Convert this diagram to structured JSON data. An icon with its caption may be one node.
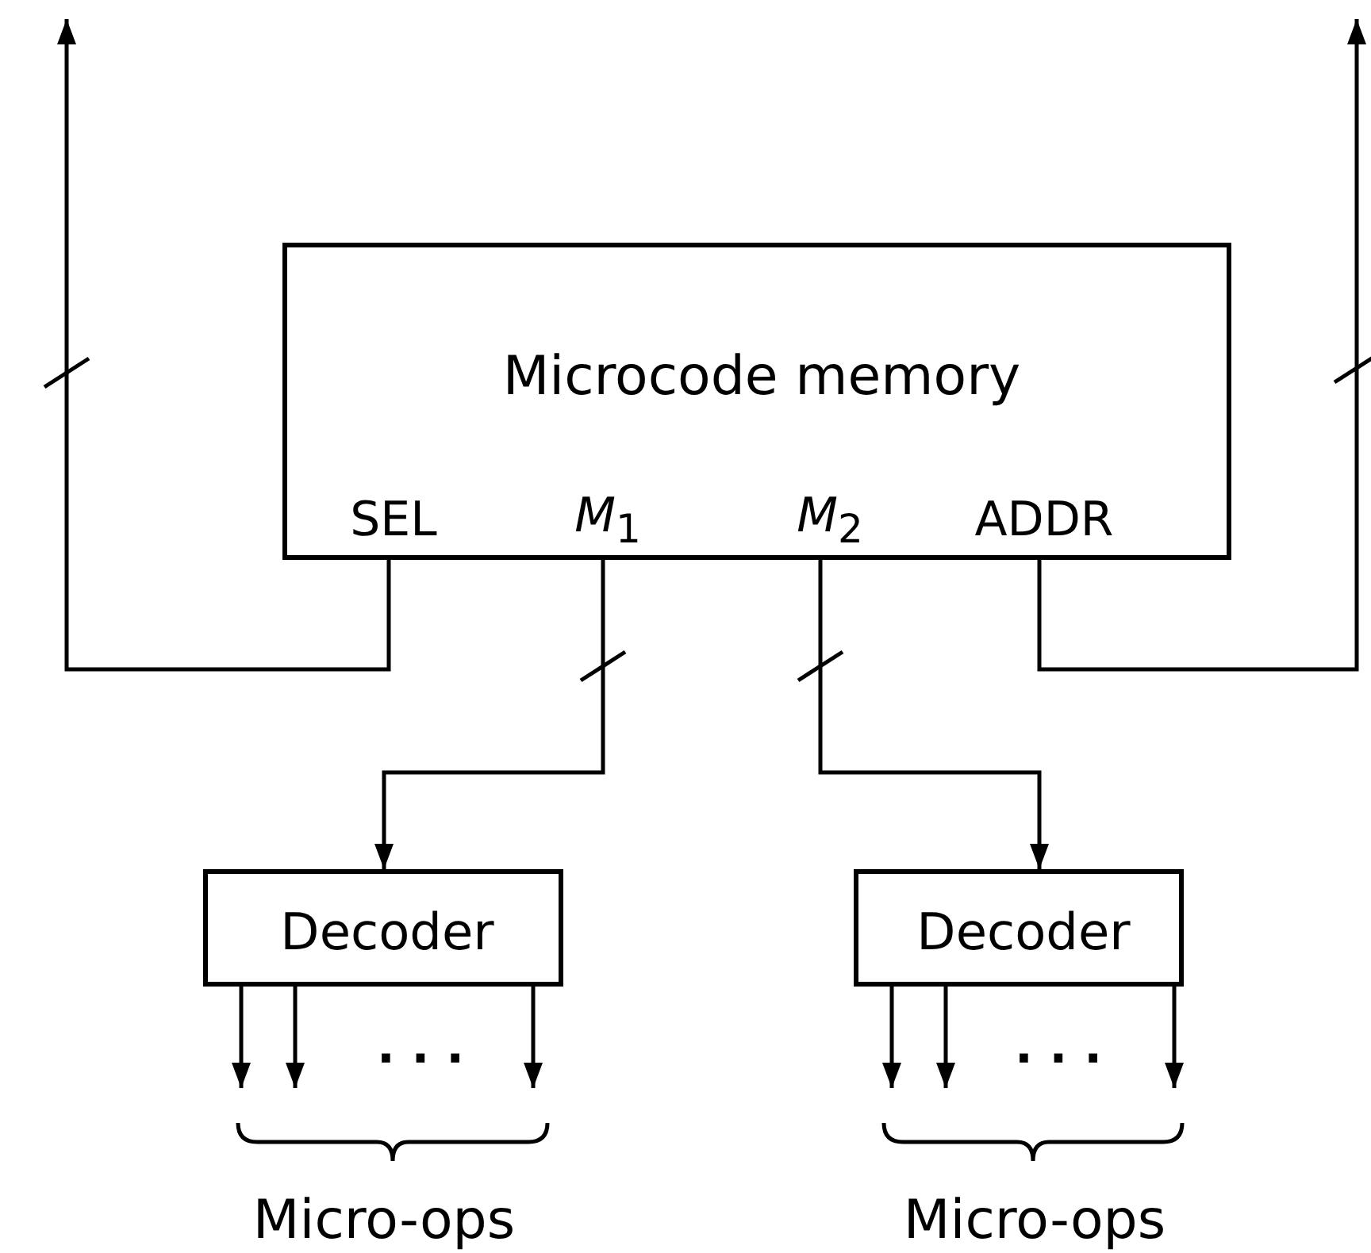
{
  "diagram": {
    "nodes": [
      {
        "text": [
          "Microcode memory",
          "SEL",
          "*M*$_{1}$",
          "*M*$_{2}$",
          "ADDR"
        ]
      },
      {
        "text": [
          "Decoder"
        ]
      },
      {
        "text": [
          "Decoder"
        ]
      }
    ],
    "edges": [
      {
        "from": 0,
        "to": null,
        "arrow": "to"
      },
      {
        "from": 0,
        "to": null,
        "arrow": "to"
      },
      {
        "from": 0,
        "to": 1,
        "arrow": "to"
      },
      {
        "from": 0,
        "to": 2,
        "arrow": "to"
      },
      {
        "from": 1,
        "to": null,
        "arrow": "to"
      },
      {
        "from": 1,
        "to": null,
        "arrow": "to"
      },
      {
        "from": 1,
        "to": null,
        "arrow": "to"
      },
      {
        "from": 2,
        "to": null,
        "arrow": "to"
      },
      {
        "from": 2,
        "to": null,
        "arrow": "to"
      },
      {
        "from": 2,
        "to": null,
        "arrow": "to"
      }
    ],
    "labels": [
      "· · ·",
      "· · ·",
      "Micro-ops",
      "Micro-ops"
    ]
  }
}
